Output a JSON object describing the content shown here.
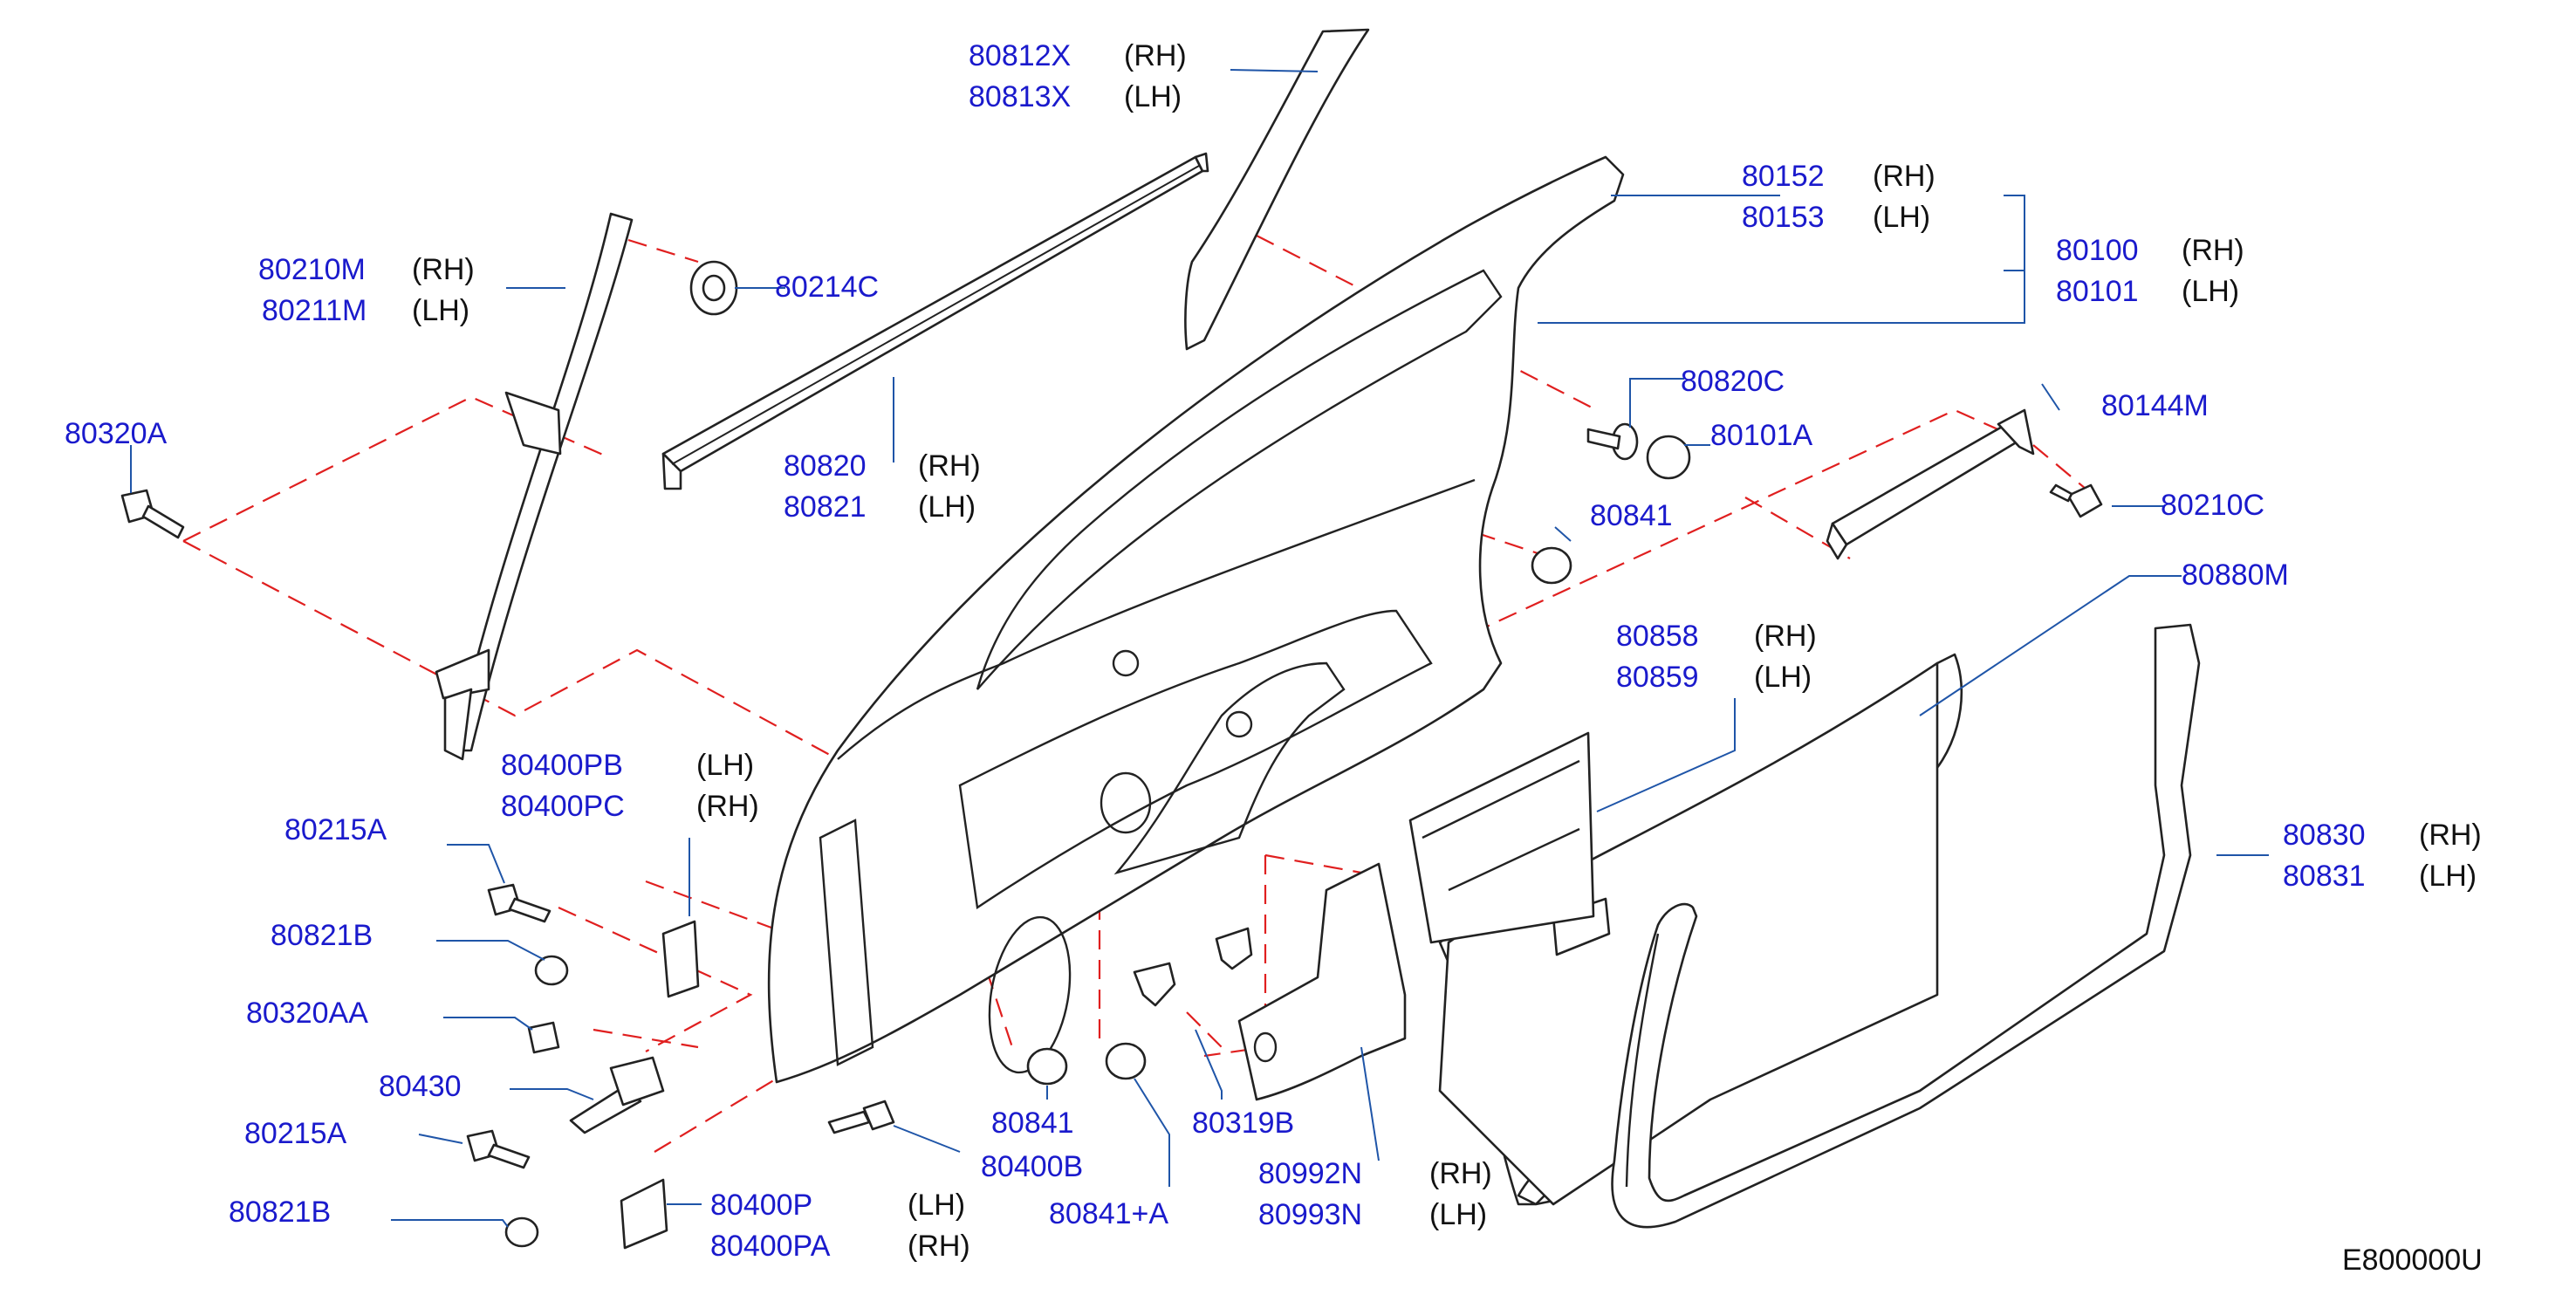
{
  "diagram": {
    "code": "E800000U",
    "colors": {
      "part_number": "#1a1acc",
      "leader": "#1f55a8",
      "dashed": "#e01f1f",
      "outline": "#222222"
    },
    "labels": {
      "sash_rh": {
        "num": "80812X",
        "side": "(RH)"
      },
      "sash_lh": {
        "num": "80813X",
        "side": "(LH)"
      },
      "hinge_door_rh": {
        "num": "80152",
        "side": "(RH)"
      },
      "hinge_door_lh": {
        "num": "80153",
        "side": "(LH)"
      },
      "door_rh": {
        "num": "80100",
        "side": "(RH)"
      },
      "door_lh": {
        "num": "80101",
        "side": "(LH)"
      },
      "frame_rh": {
        "num": "80210M",
        "side": "(RH)"
      },
      "frame_lh": {
        "num": "80211M",
        "side": "(LH)"
      },
      "grommet_top": {
        "num": "80214C"
      },
      "bolt_top": {
        "num": "80320A"
      },
      "molding_rh": {
        "num": "80820",
        "side": "(RH)"
      },
      "molding_lh": {
        "num": "80821",
        "side": "(LH)"
      },
      "clip_c": {
        "num": "80820C"
      },
      "plug_a": {
        "num": "80101A"
      },
      "bracket": {
        "num": "80144M"
      },
      "screw_c": {
        "num": "80210C"
      },
      "plug_841": {
        "num": "80841"
      },
      "screen": {
        "num": "80880M"
      },
      "sealing_rh": {
        "num": "80858",
        "side": "(RH)"
      },
      "sealing_lh": {
        "num": "80859",
        "side": "(LH)"
      },
      "weather_rh": {
        "num": "80830",
        "side": "(RH)"
      },
      "weather_lh": {
        "num": "80831",
        "side": "(LH)"
      },
      "hinge_pb": {
        "num": "80400PB",
        "side": "(LH)"
      },
      "hinge_pc": {
        "num": "80400PC",
        "side": "(RH)"
      },
      "bolt_215a_top": {
        "num": "80215A"
      },
      "nut_821b_top": {
        "num": "80821B"
      },
      "bolt_320aa": {
        "num": "80320AA"
      },
      "check_link": {
        "num": "80430"
      },
      "bolt_215a_bot": {
        "num": "80215A"
      },
      "nut_821b_bot": {
        "num": "80821B"
      },
      "hinge_p": {
        "num": "80400P",
        "side": "(LH)"
      },
      "hinge_pa": {
        "num": "80400PA",
        "side": "(RH)"
      },
      "bolt_400b": {
        "num": "80400B"
      },
      "plug_841_low": {
        "num": "80841"
      },
      "plug_841a": {
        "num": "80841+A"
      },
      "clip_319b": {
        "num": "80319B"
      },
      "pad_rh": {
        "num": "80992N",
        "side": "(RH)"
      },
      "pad_lh": {
        "num": "80993N",
        "side": "(LH)"
      }
    }
  }
}
